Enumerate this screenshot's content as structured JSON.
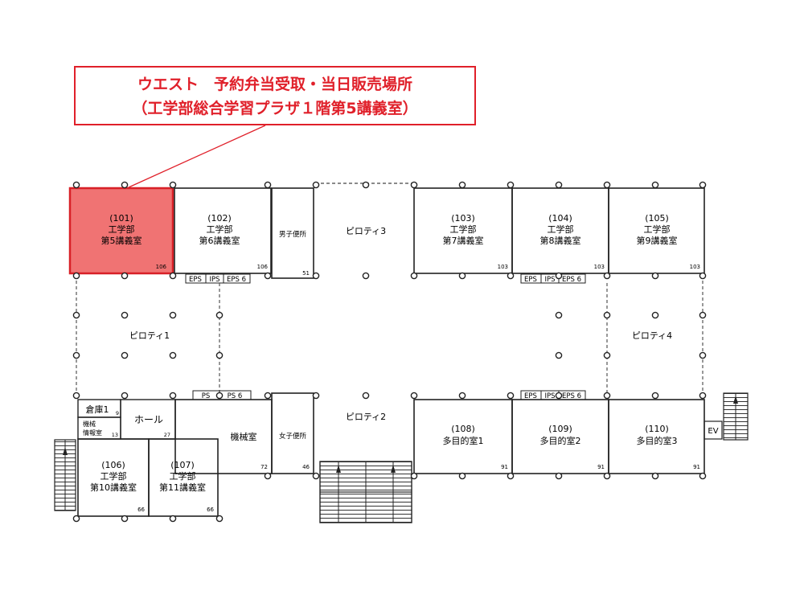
{
  "callout": {
    "line1": "ウエスト　予約弁当受取・当日販売場所",
    "line2": "（工学部総合学習プラザ１階第5講義室）"
  },
  "colors": {
    "highlight": "#f07373",
    "highlight_border": "#d82027",
    "callout": "#e0202a",
    "wall": "#222222"
  },
  "rooms": {
    "r101": {
      "no": "(101)",
      "l1": "工学部",
      "l2": "第5講義室",
      "cap": "106"
    },
    "r102": {
      "no": "(102)",
      "l1": "工学部",
      "l2": "第6講義室",
      "cap": "106"
    },
    "r103": {
      "no": "(103)",
      "l1": "工学部",
      "l2": "第7講義室",
      "cap": "103"
    },
    "r104": {
      "no": "(104)",
      "l1": "工学部",
      "l2": "第8講義室",
      "cap": "103"
    },
    "r105": {
      "no": "(105)",
      "l1": "工学部",
      "l2": "第9講義室",
      "cap": "103"
    },
    "r106": {
      "no": "(106)",
      "l1": "工学部",
      "l2": "第10講義室",
      "cap": "66"
    },
    "r107": {
      "no": "(107)",
      "l1": "工学部",
      "l2": "第11講義室",
      "cap": "66"
    },
    "r108": {
      "no": "(108)",
      "l1": "多目的室1",
      "cap": "91"
    },
    "r109": {
      "no": "(109)",
      "l1": "多目的室2",
      "cap": "91"
    },
    "r110": {
      "no": "(110)",
      "l1": "多目的室3",
      "cap": "91"
    }
  },
  "facilities": {
    "mens_toilet": "男子便所",
    "mens_cap": "51",
    "womens_toilet": "女子便所",
    "womens_cap": "46",
    "machine_room": "機械室",
    "machine_cap": "72",
    "storage": "倉庫1",
    "storage_cap": "9",
    "info_room_1": "機械",
    "info_room_2": "情報室",
    "info_cap": "13",
    "hall": "ホール",
    "hall_cap": "27",
    "ev": "EV"
  },
  "pilotis": {
    "p1": "ピロティ1",
    "p2": "ピロティ2",
    "p3": "ピロティ3",
    "p4": "ピロティ4"
  },
  "shafts": {
    "eps": "EPS",
    "ips": "IPS",
    "eps6": "EPS 6",
    "ps": "PS",
    "ps6": "PS 6"
  }
}
